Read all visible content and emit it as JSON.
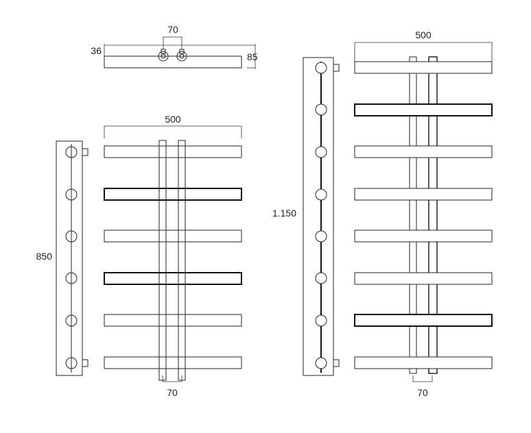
{
  "top_view": {
    "width_label": "70",
    "left_label": "36",
    "right_label": "85"
  },
  "small_radiator": {
    "height_label": "850",
    "width_label": "500",
    "bottom_label": "70",
    "bar_count": 6,
    "bold_bars": [
      1,
      3
    ]
  },
  "large_radiator": {
    "height_label": "1.150",
    "width_label": "500",
    "bottom_label": "70",
    "bar_count": 8,
    "bold_bars": [
      1,
      6
    ]
  }
}
